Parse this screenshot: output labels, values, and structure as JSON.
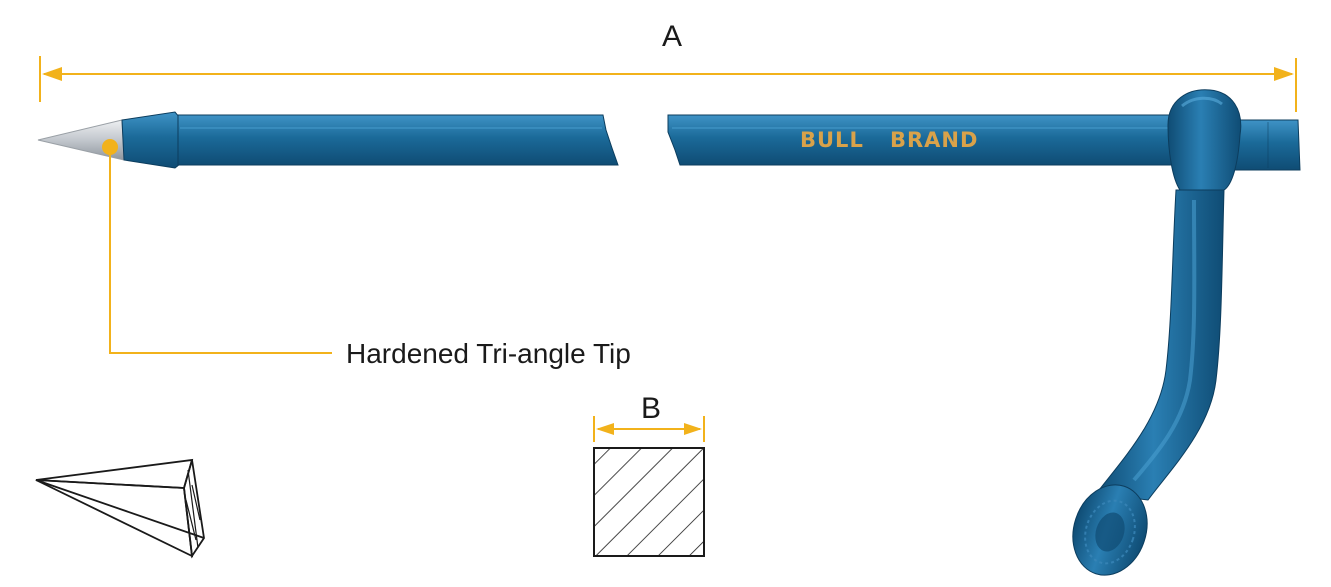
{
  "labels": {
    "dimension_a": "A",
    "dimension_b": "B",
    "callout": "Hardened Tri-angle Tip",
    "brand_left": "BULL",
    "brand_right": "BRAND"
  },
  "colors": {
    "dimension_line": "#f2b21b",
    "bar_body": "#1b6a99",
    "bar_shadow": "#0f4c74",
    "bar_highlight": "#3f93c6",
    "brand_text": "#d9a24a",
    "tip_metal": "#c9cdd3",
    "outline": "#1a1a1a"
  }
}
